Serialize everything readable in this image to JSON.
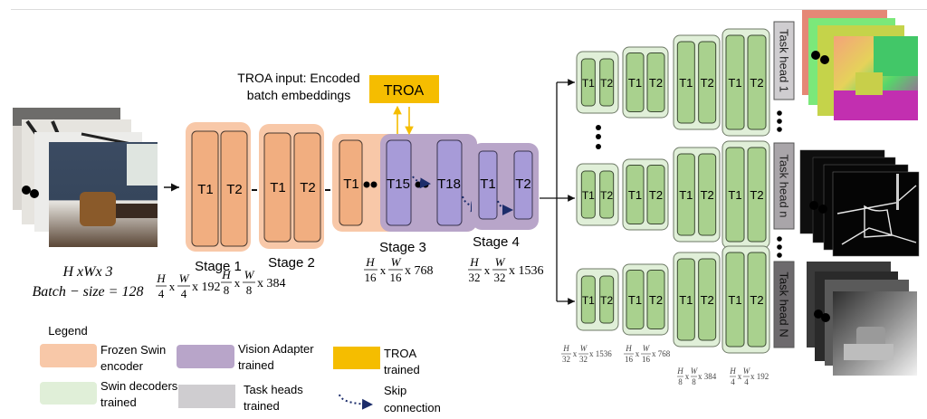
{
  "input": {
    "dims_label": "H xWx 3",
    "batch_label": "Batch − size = 128"
  },
  "troa": {
    "caption_line1": "TROA input: Encoded",
    "caption_line2": "batch embeddings",
    "box_label": "TROA"
  },
  "encoder": {
    "stages": [
      {
        "name": "Stage 1",
        "blocks": [
          "T1",
          "T2"
        ],
        "res_div": "4",
        "channels": "x 192"
      },
      {
        "name": "Stage 2",
        "blocks": [
          "T1",
          "T2"
        ],
        "res_div": "8",
        "channels": "x 384"
      },
      {
        "name": "Stage 3",
        "blocks": [
          "T1",
          "T15",
          "T18"
        ],
        "res_div": "16",
        "channels": "x 768"
      },
      {
        "name": "Stage 4",
        "blocks": [
          "T1",
          "T2"
        ],
        "res_div": "32",
        "channels": "x 1536"
      }
    ],
    "frac_num_h": "H",
    "frac_num_w": "W",
    "times": "x"
  },
  "decoders": {
    "block_labels": [
      "T1",
      "T2"
    ],
    "resolutions": [
      {
        "div": "32",
        "channels": "x 1536"
      },
      {
        "div": "16",
        "channels": "x 768"
      },
      {
        "div": "8",
        "channels": "x 384"
      },
      {
        "div": "4",
        "channels": "x 192"
      }
    ],
    "task_heads": [
      "Task head 1",
      "Task head n",
      "Task head N"
    ]
  },
  "outputs": [
    "surface-normals",
    "edges",
    "depth"
  ],
  "legend": {
    "title": "Legend",
    "items": [
      {
        "label_line1": "Frozen Swin",
        "label_line2": "encoder",
        "color": "#f8c8a8"
      },
      {
        "label_line1": "Vision Adapter",
        "label_line2": "trained",
        "color": "#b8a5c9"
      },
      {
        "label_line1": "TROA",
        "label_line2": "trained",
        "color": "#f5bd00"
      },
      {
        "label_line1": "Swin decoders",
        "label_line2": "trained",
        "color": "#e0efd8"
      },
      {
        "label_line1": "Task heads",
        "label_line2": "trained",
        "color": "#cfcdd0"
      },
      {
        "label_line1": "Skip",
        "label_line2": "connection",
        "color": "#1c2d6b"
      }
    ]
  },
  "colors": {
    "frozen_bg": "#f8c8a8",
    "frozen_block": "#f1ae80",
    "adapter_bg": "#b8a5c9",
    "adapter_block": "#a79bd8",
    "troa": "#f5bd00",
    "decoder_bg": "#e0efd8",
    "decoder_block": "#a9d18e",
    "head_light": "#cfcdd0",
    "head_mid": "#a9a5a9",
    "head_dark": "#6d6a6d",
    "skip": "#1c2d6b"
  }
}
